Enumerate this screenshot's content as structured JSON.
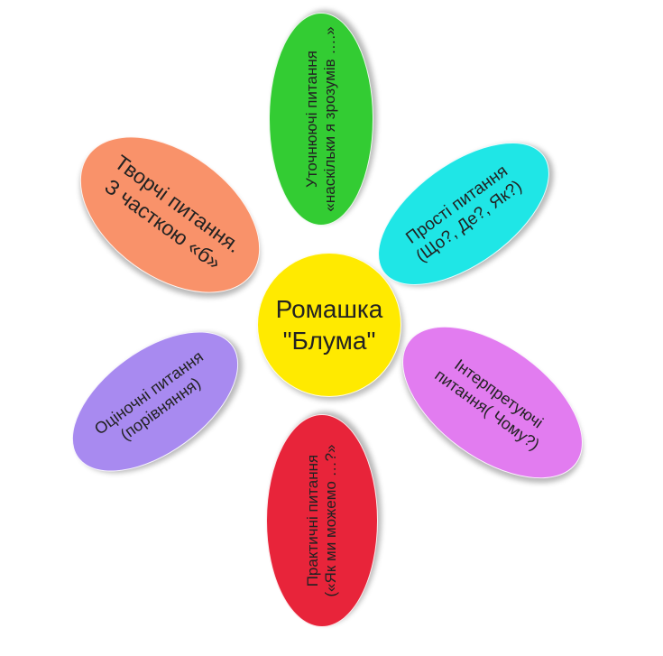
{
  "diagram": {
    "center": {
      "label": "Ромашка\n\"Блума\"",
      "color": "#FFEA00"
    },
    "petals": [
      {
        "id": "top",
        "label": "Уточнюючі питання\n«наскільки я зрозумів ….»",
        "color": "#33CC33"
      },
      {
        "id": "upper-right",
        "label": "Прості питання\n(Що?, Де?, Як?)",
        "color": "#1FE6E6"
      },
      {
        "id": "lower-right",
        "label": "Інтерпретуючі\nпитання( Чому?)",
        "color": "#E27CF0"
      },
      {
        "id": "bottom",
        "label": "Практичні питання\n(«Як ми можемо …?»",
        "color": "#E8243A"
      },
      {
        "id": "lower-left",
        "label": "Оціночні питання\n(порівняння)",
        "color": "#A88AF0"
      },
      {
        "id": "upper-left",
        "label": "Творчі питання.\nЗ часткою «б»",
        "color": "#F9926A"
      }
    ]
  }
}
